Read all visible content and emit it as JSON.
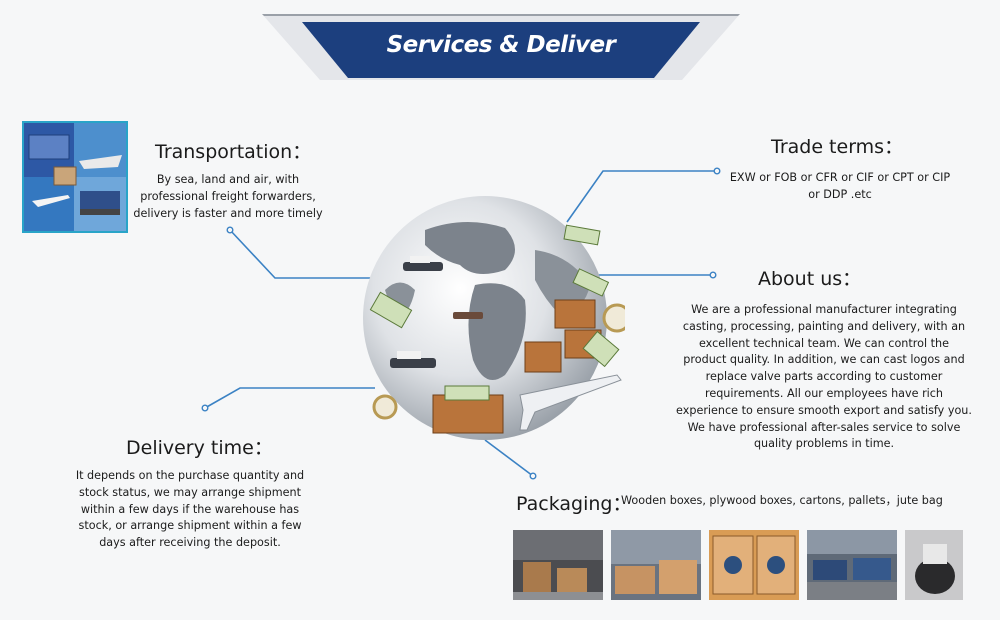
{
  "banner": {
    "title": "Services & Deliver"
  },
  "sections": {
    "transportation": {
      "heading": "Transportation：",
      "text": "By sea, land and air, with professional freight forwarders, delivery is faster and more timely"
    },
    "trade_terms": {
      "heading": "Trade terms：",
      "text": "EXW or FOB or CFR or CIF or CPT or CIP or DDP .etc"
    },
    "about_us": {
      "heading": "About us：",
      "text": "We are a professional manufacturer integrating casting, processing, painting and delivery, with an excellent technical team. We can control the product quality. In addition, we can cast logos and replace valve parts according to customer requirements. All our employees have rich experience to ensure smooth export and satisfy you. We have professional after-sales service to solve quality problems in time."
    },
    "delivery_time": {
      "heading": "Delivery time：",
      "text": "It depends on the purchase quantity and stock status, we may arrange shipment within a few days if the warehouse has stock, or arrange shipment within a few days after receiving the deposit."
    },
    "packaging": {
      "heading": "Packaging：",
      "text": "Wooden boxes, plywood boxes, cartons, pallets，jute bag"
    }
  },
  "colors": {
    "banner": "#1c3f7e",
    "connector": "#3b82c4",
    "crate": "#b9743b"
  }
}
